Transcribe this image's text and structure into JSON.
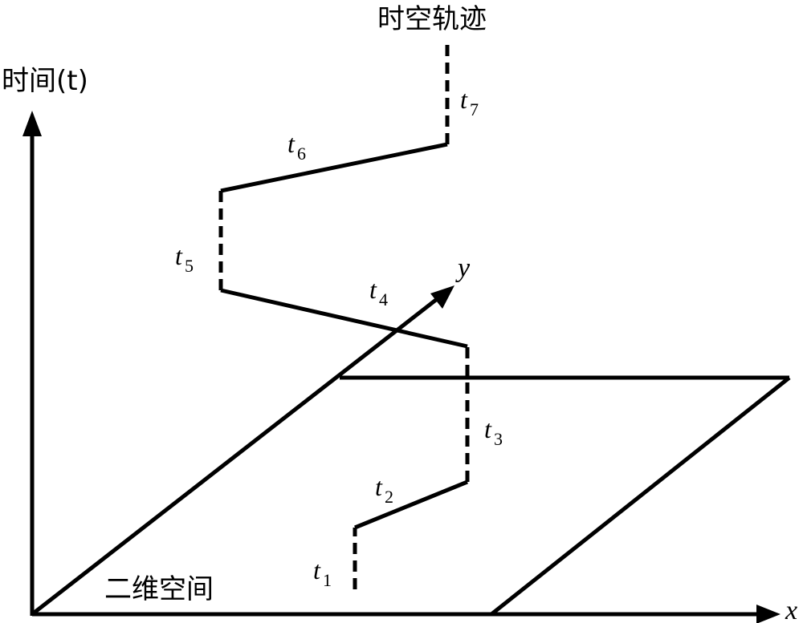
{
  "title": "时空轨迹",
  "axes": {
    "time_label": "时间(t)",
    "x_label": "x",
    "y_label": "y"
  },
  "plane_label": "二维空间",
  "trajectory": {
    "segments": [
      {
        "id": "t1",
        "symbol": "t",
        "sub": "1",
        "style": "dashed"
      },
      {
        "id": "t2",
        "symbol": "t",
        "sub": "2",
        "style": "solid"
      },
      {
        "id": "t3",
        "symbol": "t",
        "sub": "3",
        "style": "dashed"
      },
      {
        "id": "t4",
        "symbol": "t",
        "sub": "4",
        "style": "solid"
      },
      {
        "id": "t5",
        "symbol": "t",
        "sub": "5",
        "style": "dashed"
      },
      {
        "id": "t6",
        "symbol": "t",
        "sub": "6",
        "style": "solid"
      },
      {
        "id": "t7",
        "symbol": "t",
        "sub": "7",
        "style": "dashed"
      }
    ]
  },
  "colors": {
    "line": "#000000",
    "background": "#ffffff"
  }
}
